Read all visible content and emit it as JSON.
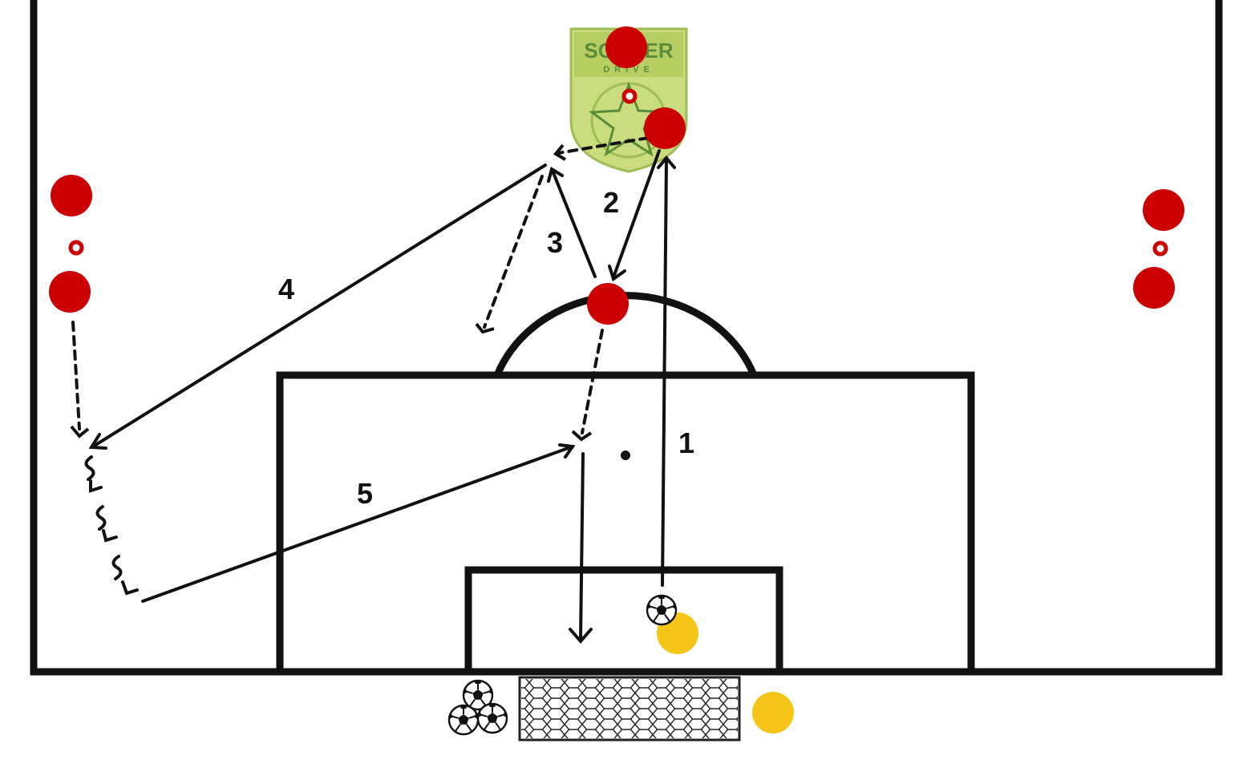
{
  "logo": {
    "title": "SOCCER",
    "subtitle": "DRIVE",
    "colors": {
      "shield": "#c9dd7e",
      "star": "#5b8c3a"
    }
  },
  "labels": {
    "step1": "1",
    "step2": "2",
    "step3": "3",
    "step4": "4",
    "step5": "5"
  },
  "colors": {
    "lines": "#111111",
    "attacker": "#cc0000",
    "keeper": "#f5c518",
    "net": "#222222"
  },
  "icons": {
    "cone": "cone-icon",
    "ball": "soccer-ball-icon",
    "net": "goal-net-icon"
  }
}
